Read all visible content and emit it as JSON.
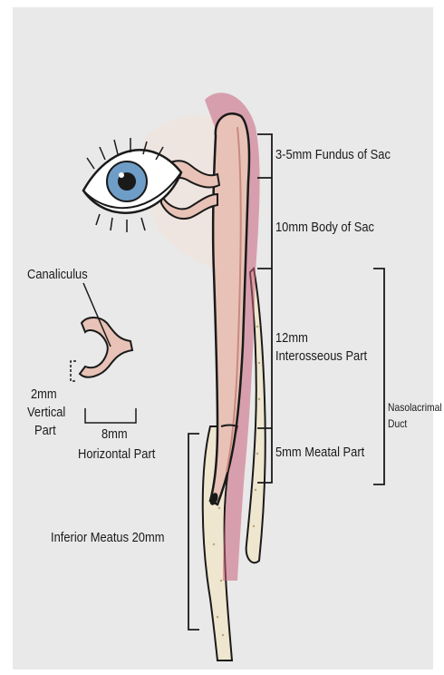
{
  "labels": {
    "fundus": "3-5mm Fundus of Sac",
    "body": "10mm Body of Sac",
    "interosseous_1": "12mm",
    "interosseous_2": "Interosseous Part",
    "meatal": "5mm Meatal Part",
    "duct_1": "Nasolacrimal",
    "duct_2": "Duct",
    "canaliculus": "Canaliculus",
    "vertical_1": "2mm",
    "vertical_2": "Vertical",
    "vertical_3": "Part",
    "horizontal_1": "8mm",
    "horizontal_2": "Horizontal Part",
    "meatus": "Inferior Meatus 20mm"
  },
  "colors": {
    "page_background": "#ffffff",
    "panel_background": "#e9e9e9",
    "bone": "#efe6cf",
    "mucosa": "#d9a9a4",
    "tissue": "#e8c2b6",
    "deep_pink": "#c8627c",
    "ink": "#1a1a1a",
    "iris": "#6e9ec7"
  }
}
